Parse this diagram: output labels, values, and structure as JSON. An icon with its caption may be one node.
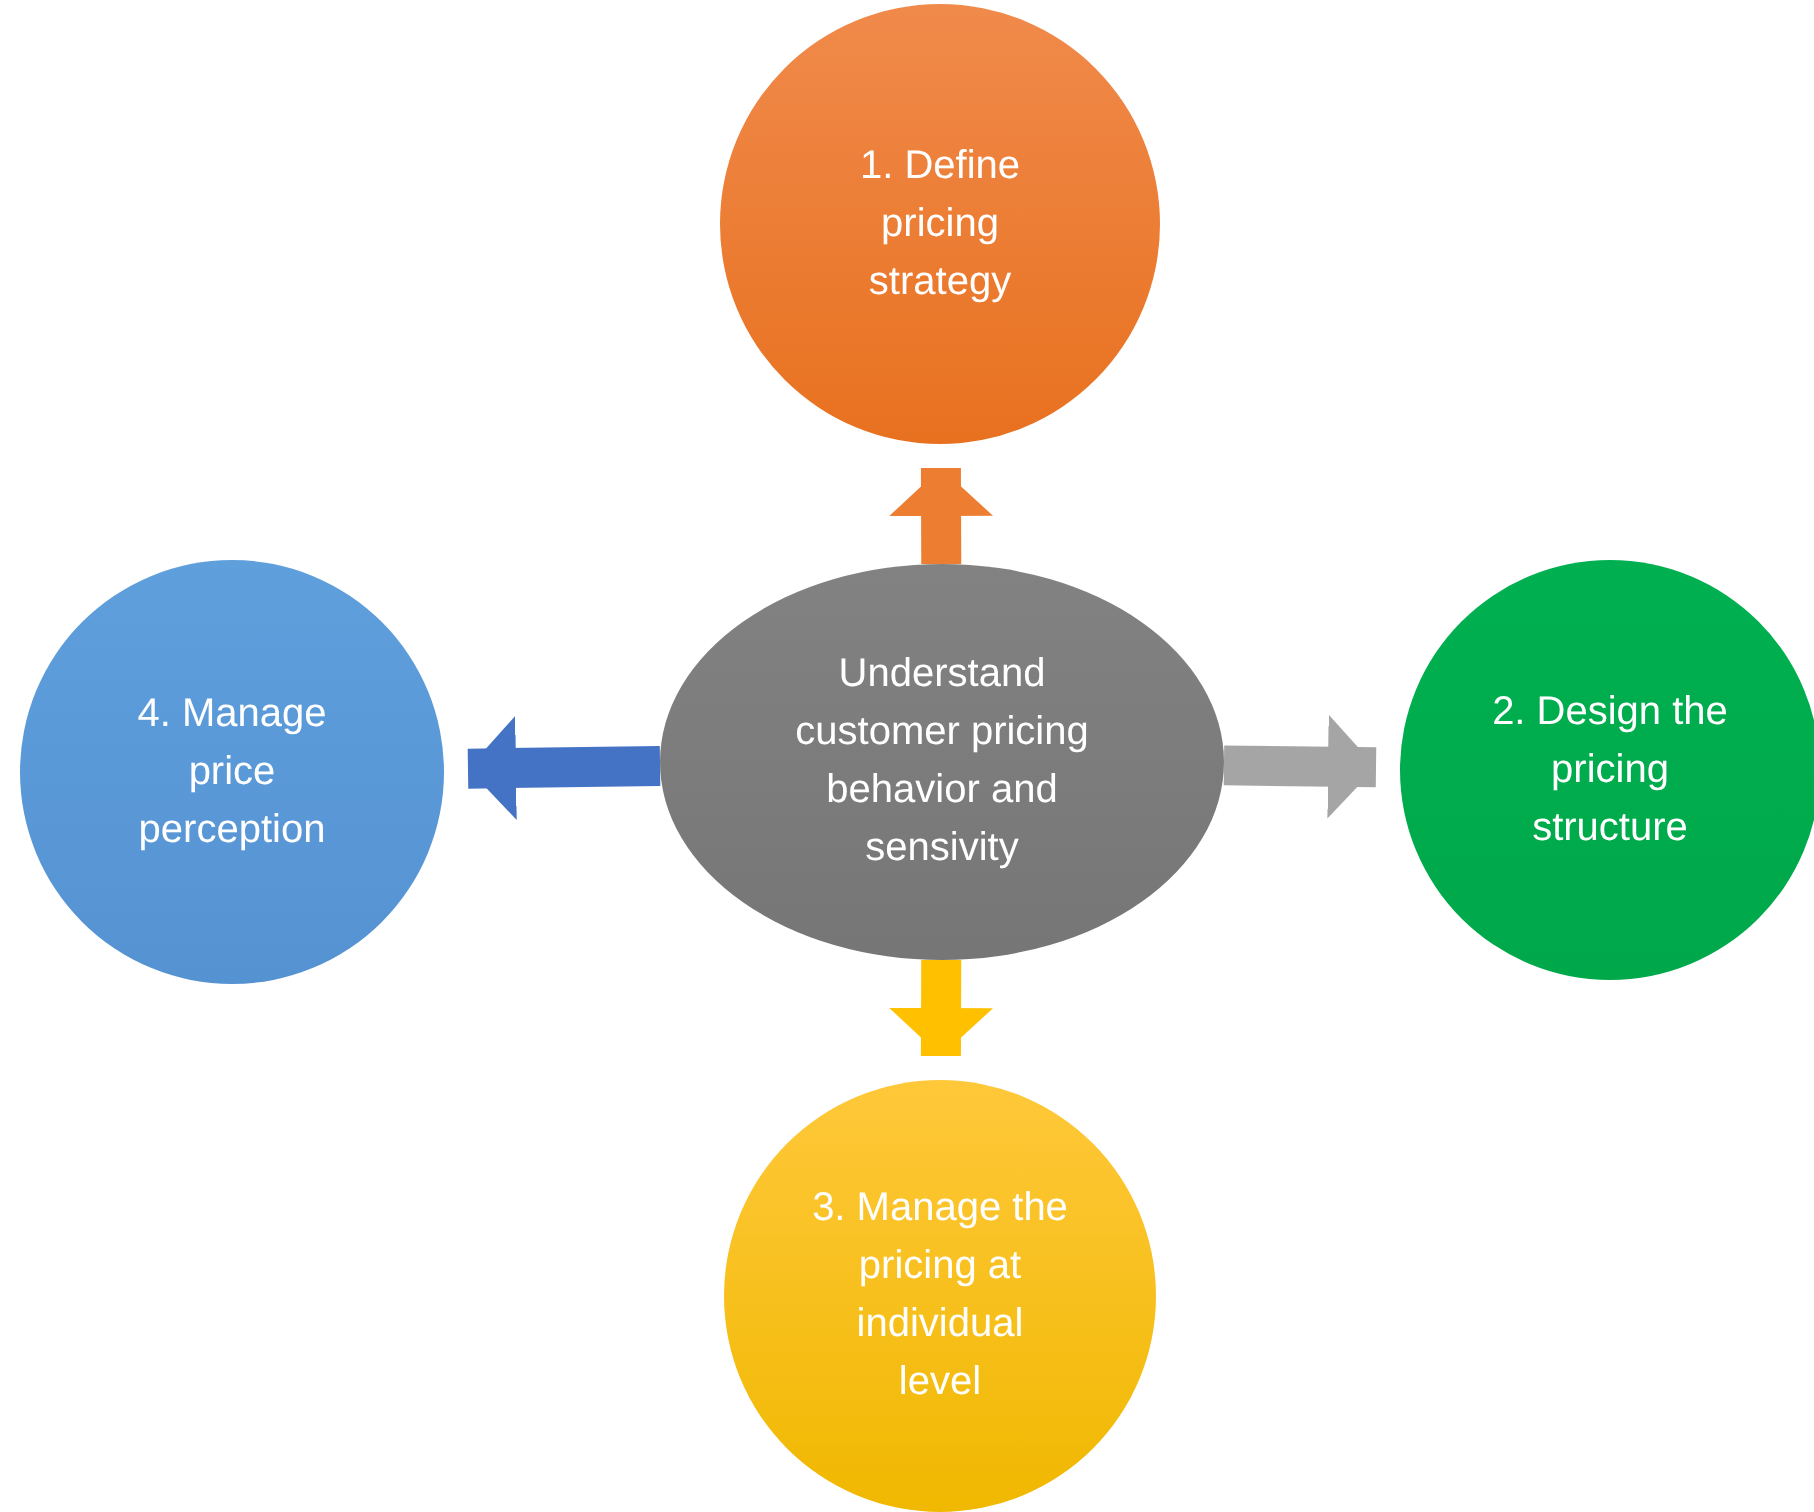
{
  "diagram": {
    "nodes": [
      {
        "text": [
          "1. Define pricing strategy"
        ]
      },
      {
        "text": [
          "4. Manage price perception"
        ]
      },
      {
        "text": [
          "Understand customer pricing behavior and sensivity"
        ]
      },
      {
        "text": [
          "2. Design the pricing structure"
        ]
      },
      {
        "text": [
          "3. Manage the pricing at individual level"
        ]
      }
    ],
    "edges": [
      {
        "from": 2,
        "to": 0,
        "arrow": "to",
        "color": "#ed7d31"
      },
      {
        "from": 2,
        "to": 3,
        "arrow": "to",
        "color": "#a5a5a5"
      },
      {
        "from": 2,
        "to": 4,
        "arrow": "to",
        "color": "#ffc000"
      },
      {
        "from": 2,
        "to": 1,
        "arrow": "to",
        "color": "#4472c4"
      }
    ]
  }
}
